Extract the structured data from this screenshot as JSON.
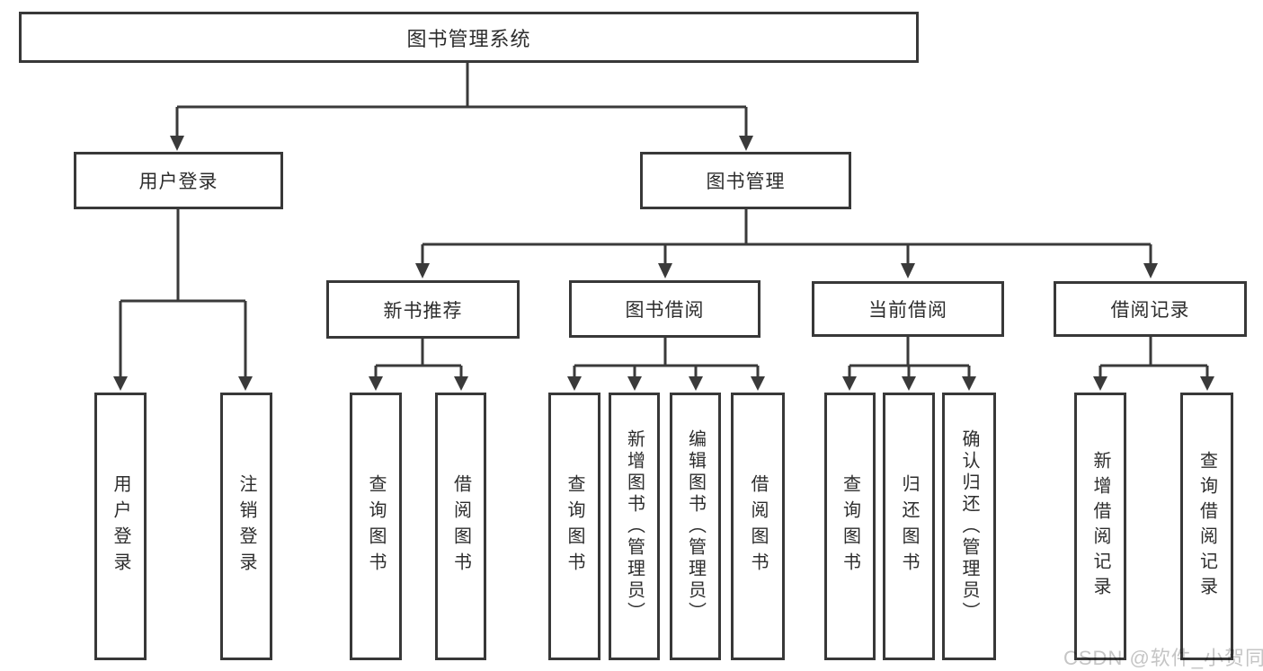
{
  "diagram": {
    "root": {
      "label": "图书管理系统"
    },
    "level1": {
      "user_login": {
        "label": "用户登录"
      },
      "book_mgmt": {
        "label": "图书管理"
      }
    },
    "level2": {
      "new_book": {
        "label": "新书推荐"
      },
      "book_borrow": {
        "label": "图书借阅"
      },
      "current_borrow": {
        "label": "当前借阅"
      },
      "borrow_record": {
        "label": "借阅记录"
      }
    },
    "leaves": {
      "user_login": {
        "label": "用户登录"
      },
      "logout": {
        "label": "注销登录"
      },
      "rec_query_book": {
        "label": "查询图书"
      },
      "rec_borrow_book": {
        "label": "借阅图书"
      },
      "bb_query_book": {
        "label": "查询图书"
      },
      "bb_add_book": {
        "label": "新增图书（管理员）"
      },
      "bb_edit_book": {
        "label": "编辑图书（管理员）"
      },
      "bb_borrow_book": {
        "label": "借阅图书"
      },
      "cb_query_book": {
        "label": "查询图书"
      },
      "cb_return_book": {
        "label": "归还图书"
      },
      "cb_confirm_return": {
        "label": "确认归还（管理员）"
      },
      "br_add_record": {
        "label": "新增借阅记录"
      },
      "br_query_record": {
        "label": "查询借阅记录"
      }
    },
    "watermark": "CSDN @软件_小贺同学",
    "colors": {
      "line": "#3a3a3a",
      "border": "#383838",
      "text": "#2d2d2d",
      "watermark": "#c5c5c5",
      "background": "#ffffff"
    }
  }
}
